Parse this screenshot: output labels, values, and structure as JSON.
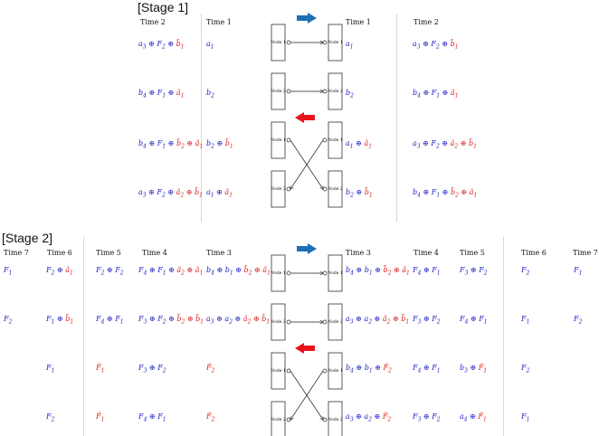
{
  "stage1": {
    "title": "[Stage 1]",
    "left_headers": [
      "Time 2",
      "Time 1"
    ],
    "right_headers": [
      "Time 1",
      "Time 2"
    ],
    "arrows": [
      {
        "direction": "right",
        "color": "#1f6fb5"
      },
      {
        "direction": "left",
        "color": "#e8141c"
      }
    ],
    "nodes": [
      "Node 1",
      "Node 2",
      "Node 1",
      "Node 2"
    ],
    "rows": [
      {
        "l2": [
          [
            "a",
            "blue"
          ],
          [
            "3 ⊕ ",
            "blue"
          ],
          [
            "F",
            "blue"
          ],
          [
            "2 ⊕ ",
            "blue"
          ],
          [
            "b̃",
            "red"
          ],
          [
            "1",
            "red"
          ]
        ],
        "l1": [
          [
            "a",
            "blue"
          ],
          [
            "1",
            "blue"
          ]
        ],
        "r1": [
          [
            "a",
            "blue"
          ],
          [
            "1",
            "blue"
          ]
        ],
        "r2": [
          [
            "a",
            "blue"
          ],
          [
            "3 ⊕ ",
            "blue"
          ],
          [
            "F",
            "blue"
          ],
          [
            "2 ⊕ ",
            "blue"
          ],
          [
            "b̃",
            "red"
          ],
          [
            "1",
            "red"
          ]
        ]
      },
      {
        "l2": [
          [
            "b",
            "blue"
          ],
          [
            "4 ⊕ ",
            "blue"
          ],
          [
            "F",
            "blue"
          ],
          [
            "1 ⊕ ",
            "blue"
          ],
          [
            "ã",
            "red"
          ],
          [
            "1",
            "red"
          ]
        ],
        "l1": [
          [
            "b",
            "blue"
          ],
          [
            "2",
            "blue"
          ]
        ],
        "r1": [
          [
            "b",
            "blue"
          ],
          [
            "2",
            "blue"
          ]
        ],
        "r2": [
          [
            "b",
            "blue"
          ],
          [
            "4 ⊕ ",
            "blue"
          ],
          [
            "F",
            "blue"
          ],
          [
            "1 ⊕ ",
            "blue"
          ],
          [
            "ã",
            "red"
          ],
          [
            "1",
            "red"
          ]
        ]
      },
      {
        "l2": [
          [
            "b",
            "blue"
          ],
          [
            "4 ⊕ ",
            "blue"
          ],
          [
            "F",
            "blue"
          ],
          [
            "1 ⊕ ",
            "blue"
          ],
          [
            "b̃",
            "red"
          ],
          [
            "2 ⊕ ",
            "red"
          ],
          [
            "ã",
            "red"
          ],
          [
            "1",
            "red"
          ]
        ],
        "l1": [
          [
            "b",
            "blue"
          ],
          [
            "2 ⊕ ",
            "blue"
          ],
          [
            "b̃",
            "red"
          ],
          [
            "1",
            "red"
          ]
        ],
        "r1": [
          [
            "a",
            "blue"
          ],
          [
            "1 ⊕ ",
            "blue"
          ],
          [
            "ã",
            "red"
          ],
          [
            "1",
            "red"
          ]
        ],
        "r2": [
          [
            "a",
            "blue"
          ],
          [
            "3 ⊕ ",
            "blue"
          ],
          [
            "F",
            "blue"
          ],
          [
            "2 ⊕ ",
            "blue"
          ],
          [
            "ã",
            "red"
          ],
          [
            "2 ⊕ ",
            "red"
          ],
          [
            "b̃",
            "red"
          ],
          [
            "1",
            "red"
          ]
        ]
      },
      {
        "l2": [
          [
            "a",
            "blue"
          ],
          [
            "3 ⊕ ",
            "blue"
          ],
          [
            "F",
            "blue"
          ],
          [
            "2 ⊕ ",
            "blue"
          ],
          [
            "ã",
            "red"
          ],
          [
            "2 ⊕ ",
            "red"
          ],
          [
            "b̃",
            "red"
          ],
          [
            "1",
            "red"
          ]
        ],
        "l1": [
          [
            "a",
            "blue"
          ],
          [
            "1 ⊕ ",
            "blue"
          ],
          [
            "ã",
            "red"
          ],
          [
            "1",
            "red"
          ]
        ],
        "r1": [
          [
            "b",
            "blue"
          ],
          [
            "2 ⊕ ",
            "blue"
          ],
          [
            "b̃",
            "red"
          ],
          [
            "1",
            "red"
          ]
        ],
        "r2": [
          [
            "b",
            "blue"
          ],
          [
            "4 ⊕ ",
            "blue"
          ],
          [
            "F",
            "blue"
          ],
          [
            "1 ⊕ ",
            "blue"
          ],
          [
            "b̃",
            "red"
          ],
          [
            "2 ⊕ ",
            "red"
          ],
          [
            "ã",
            "red"
          ],
          [
            "1",
            "red"
          ]
        ]
      }
    ]
  },
  "stage2": {
    "title": "[Stage 2]",
    "left_headers": [
      "Time 7",
      "Time 6",
      "Time 5",
      "Time 4",
      "Time 3"
    ],
    "right_headers": [
      "Time 3",
      "Time 4",
      "Time 5",
      "Time 6",
      "Time 7"
    ],
    "nodes": [
      "Node 1",
      "Node 2",
      "Node 1",
      "Node 2"
    ],
    "rows": [
      {
        "cells": [
          [
            [
              "F",
              "blue"
            ],
            [
              "1",
              "blue"
            ]
          ],
          [
            [
              "F",
              "blue"
            ],
            [
              "2 ⊕ ",
              "blue"
            ],
            [
              "ã",
              "red"
            ],
            [
              "1",
              "red"
            ]
          ],
          [
            [
              "F",
              "blue"
            ],
            [
              "2 ⊕ ",
              "blue"
            ],
            [
              "F",
              "blue"
            ],
            [
              "2",
              "blue"
            ]
          ],
          [
            [
              "F",
              "blue"
            ],
            [
              "4 ⊕ ",
              "blue"
            ],
            [
              "F",
              "blue"
            ],
            [
              "1 ⊕ ",
              "blue"
            ],
            [
              "ã",
              "red"
            ],
            [
              "2 ⊕ ",
              "red"
            ],
            [
              "ã",
              "red"
            ],
            [
              "1",
              "red"
            ]
          ],
          [
            [
              "b",
              "blue"
            ],
            [
              "4 ⊕ ",
              "blue"
            ],
            [
              "b",
              "blue"
            ],
            [
              "1 ⊕ ",
              "blue"
            ],
            [
              "b̃",
              "red"
            ],
            [
              "2 ⊕ ",
              "red"
            ],
            [
              "ã",
              "red"
            ],
            [
              "1",
              "red"
            ]
          ],
          [
            [
              "b",
              "blue"
            ],
            [
              "4 ⊕ ",
              "blue"
            ],
            [
              "b",
              "blue"
            ],
            [
              "1 ⊕ ",
              "blue"
            ],
            [
              "b̃",
              "red"
            ],
            [
              "2 ⊕ ",
              "red"
            ],
            [
              "ã",
              "red"
            ],
            [
              "1",
              "red"
            ]
          ],
          [
            [
              "F",
              "blue"
            ],
            [
              "4 ⊕ ",
              "blue"
            ],
            [
              "F",
              "blue"
            ],
            [
              "1",
              "blue"
            ]
          ],
          [
            [
              "F",
              "blue"
            ],
            [
              "3 ⊕ ",
              "blue"
            ],
            [
              "F",
              "blue"
            ],
            [
              "2",
              "blue"
            ]
          ],
          [
            [
              "F",
              "blue"
            ],
            [
              "2",
              "blue"
            ]
          ],
          [
            [
              "F",
              "blue"
            ],
            [
              "1",
              "blue"
            ]
          ]
        ]
      },
      {
        "cells": [
          [
            [
              "F",
              "blue"
            ],
            [
              "2",
              "blue"
            ]
          ],
          [
            [
              "F",
              "blue"
            ],
            [
              "1 ⊕ ",
              "blue"
            ],
            [
              "b̃",
              "red"
            ],
            [
              "1",
              "red"
            ]
          ],
          [
            [
              "F",
              "blue"
            ],
            [
              "4 ⊕ ",
              "blue"
            ],
            [
              "F",
              "blue"
            ],
            [
              "1",
              "blue"
            ]
          ],
          [
            [
              "F",
              "blue"
            ],
            [
              "3 ⊕ ",
              "blue"
            ],
            [
              "F",
              "blue"
            ],
            [
              "2 ⊕ ",
              "blue"
            ],
            [
              "b̃",
              "red"
            ],
            [
              "2 ⊕ ",
              "red"
            ],
            [
              "b̃",
              "red"
            ],
            [
              "1",
              "red"
            ]
          ],
          [
            [
              "a",
              "blue"
            ],
            [
              "3 ⊕ ",
              "blue"
            ],
            [
              "a",
              "blue"
            ],
            [
              "2 ⊕ ",
              "blue"
            ],
            [
              "ã",
              "red"
            ],
            [
              "2 ⊕ ",
              "red"
            ],
            [
              "b̃",
              "red"
            ],
            [
              "1",
              "red"
            ]
          ],
          [
            [
              "a",
              "blue"
            ],
            [
              "3 ⊕ ",
              "blue"
            ],
            [
              "a",
              "blue"
            ],
            [
              "2 ⊕ ",
              "blue"
            ],
            [
              "ã",
              "red"
            ],
            [
              "2 ⊕ ",
              "red"
            ],
            [
              "b̃",
              "red"
            ],
            [
              "1",
              "red"
            ]
          ],
          [
            [
              "F",
              "blue"
            ],
            [
              "3 ⊕ ",
              "blue"
            ],
            [
              "F",
              "blue"
            ],
            [
              "2",
              "blue"
            ]
          ],
          [
            [
              "F",
              "blue"
            ],
            [
              "4 ⊕ ",
              "blue"
            ],
            [
              "F",
              "blue"
            ],
            [
              "1",
              "blue"
            ]
          ],
          [
            [
              "F",
              "blue"
            ],
            [
              "1",
              "blue"
            ]
          ],
          [
            [
              "F",
              "blue"
            ],
            [
              "2",
              "blue"
            ]
          ]
        ]
      },
      {
        "cells": [
          [],
          [
            [
              "F",
              "blue"
            ],
            [
              "1",
              "blue"
            ]
          ],
          [
            [
              "F̃",
              "red"
            ],
            [
              "1",
              "red"
            ]
          ],
          [
            [
              "F",
              "blue"
            ],
            [
              "3 ⊕ ",
              "blue"
            ],
            [
              "F",
              "blue"
            ],
            [
              "2",
              "blue"
            ]
          ],
          [
            [
              "F̃",
              "red"
            ],
            [
              "2",
              "red"
            ]
          ],
          [
            [
              "b",
              "blue"
            ],
            [
              "4 ⊕ ",
              "blue"
            ],
            [
              "b",
              "blue"
            ],
            [
              "1 ⊕ ",
              "blue"
            ],
            [
              "F̃",
              "red"
            ],
            [
              "2",
              "red"
            ]
          ],
          [
            [
              "F",
              "blue"
            ],
            [
              "4 ⊕ ",
              "blue"
            ],
            [
              "F",
              "blue"
            ],
            [
              "1",
              "blue"
            ]
          ],
          [
            [
              "b",
              "blue"
            ],
            [
              "3 ⊕ ",
              "blue"
            ],
            [
              "F̃",
              "red"
            ],
            [
              "1",
              "red"
            ]
          ],
          [
            [
              "F",
              "blue"
            ],
            [
              "2",
              "blue"
            ]
          ],
          []
        ]
      },
      {
        "cells": [
          [],
          [
            [
              "F",
              "blue"
            ],
            [
              "2",
              "blue"
            ]
          ],
          [
            [
              "F̃",
              "red"
            ],
            [
              "1",
              "red"
            ]
          ],
          [
            [
              "F",
              "blue"
            ],
            [
              "4 ⊕ ",
              "blue"
            ],
            [
              "F",
              "blue"
            ],
            [
              "1",
              "blue"
            ]
          ],
          [
            [
              "F̃",
              "red"
            ],
            [
              "2",
              "red"
            ]
          ],
          [
            [
              "a",
              "blue"
            ],
            [
              "3 ⊕ ",
              "blue"
            ],
            [
              "a",
              "blue"
            ],
            [
              "2 ⊕ ",
              "blue"
            ],
            [
              "F̃",
              "red"
            ],
            [
              "2",
              "red"
            ]
          ],
          [
            [
              "F",
              "blue"
            ],
            [
              "3 ⊕ ",
              "blue"
            ],
            [
              "F",
              "blue"
            ],
            [
              "2",
              "blue"
            ]
          ],
          [
            [
              "a",
              "blue"
            ],
            [
              "4 ⊕ ",
              "blue"
            ],
            [
              "F̃",
              "red"
            ],
            [
              "1",
              "red"
            ]
          ],
          [
            [
              "F",
              "blue"
            ],
            [
              "1",
              "blue"
            ]
          ],
          []
        ]
      }
    ]
  }
}
